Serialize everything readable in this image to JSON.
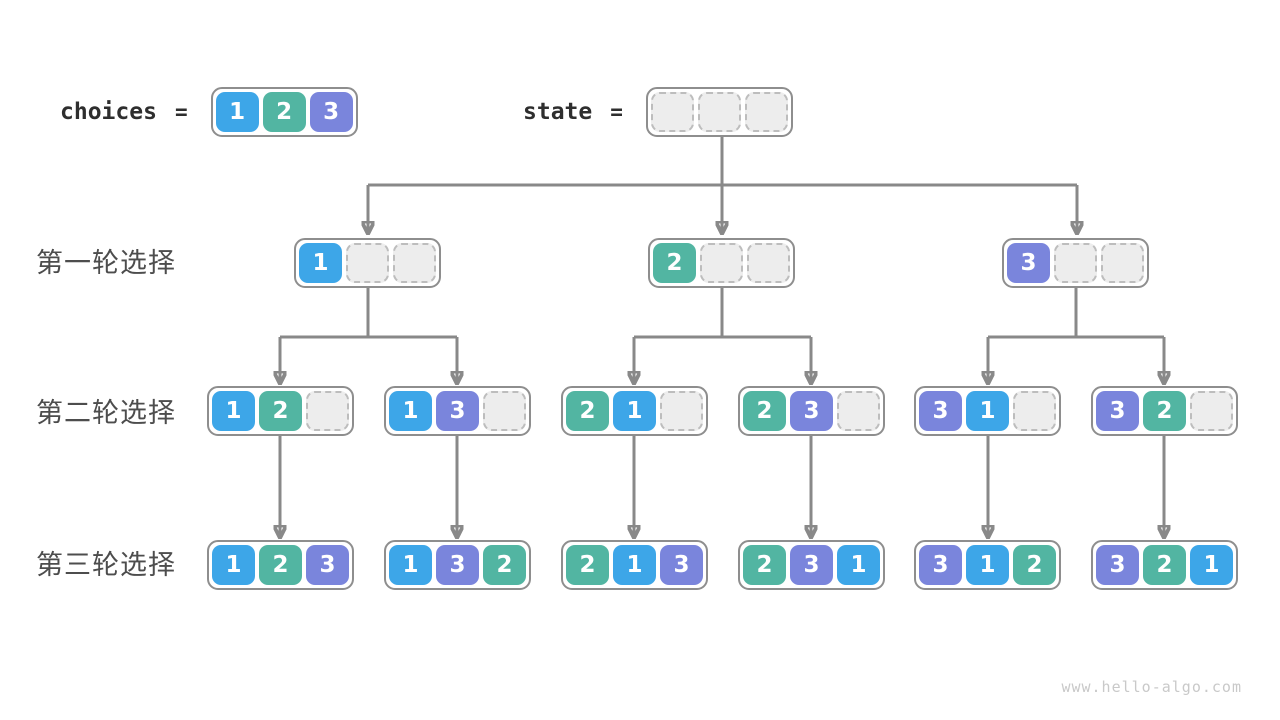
{
  "header": {
    "choices_label": "choices",
    "choices_eq": "=",
    "choices_values": [
      "1",
      "2",
      "3"
    ],
    "state_label": "state",
    "state_eq": "=",
    "state_values": [
      "",
      "",
      ""
    ]
  },
  "rows": [
    {
      "label": "第一轮选择"
    },
    {
      "label": "第二轮选择"
    },
    {
      "label": "第三轮选择"
    }
  ],
  "tree": {
    "level1": [
      [
        "1",
        "",
        ""
      ],
      [
        "2",
        "",
        ""
      ],
      [
        "3",
        "",
        ""
      ]
    ],
    "level2": [
      [
        "1",
        "2",
        ""
      ],
      [
        "1",
        "3",
        ""
      ],
      [
        "2",
        "1",
        ""
      ],
      [
        "2",
        "3",
        ""
      ],
      [
        "3",
        "1",
        ""
      ],
      [
        "3",
        "2",
        ""
      ]
    ],
    "level3": [
      [
        "1",
        "2",
        "3"
      ],
      [
        "1",
        "3",
        "2"
      ],
      [
        "2",
        "1",
        "3"
      ],
      [
        "2",
        "3",
        "1"
      ],
      [
        "3",
        "1",
        "2"
      ],
      [
        "3",
        "2",
        "1"
      ]
    ]
  },
  "palette": {
    "1": "#3DA6E8",
    "2": "#52B5A2",
    "3": "#7A85DC",
    "empty_fill": "#EDEDED",
    "empty_border": "#BDBDBD",
    "box_border": "#8E8E8E",
    "arrow": "#898989"
  },
  "footer": {
    "watermark": "www.hello-algo.com"
  }
}
